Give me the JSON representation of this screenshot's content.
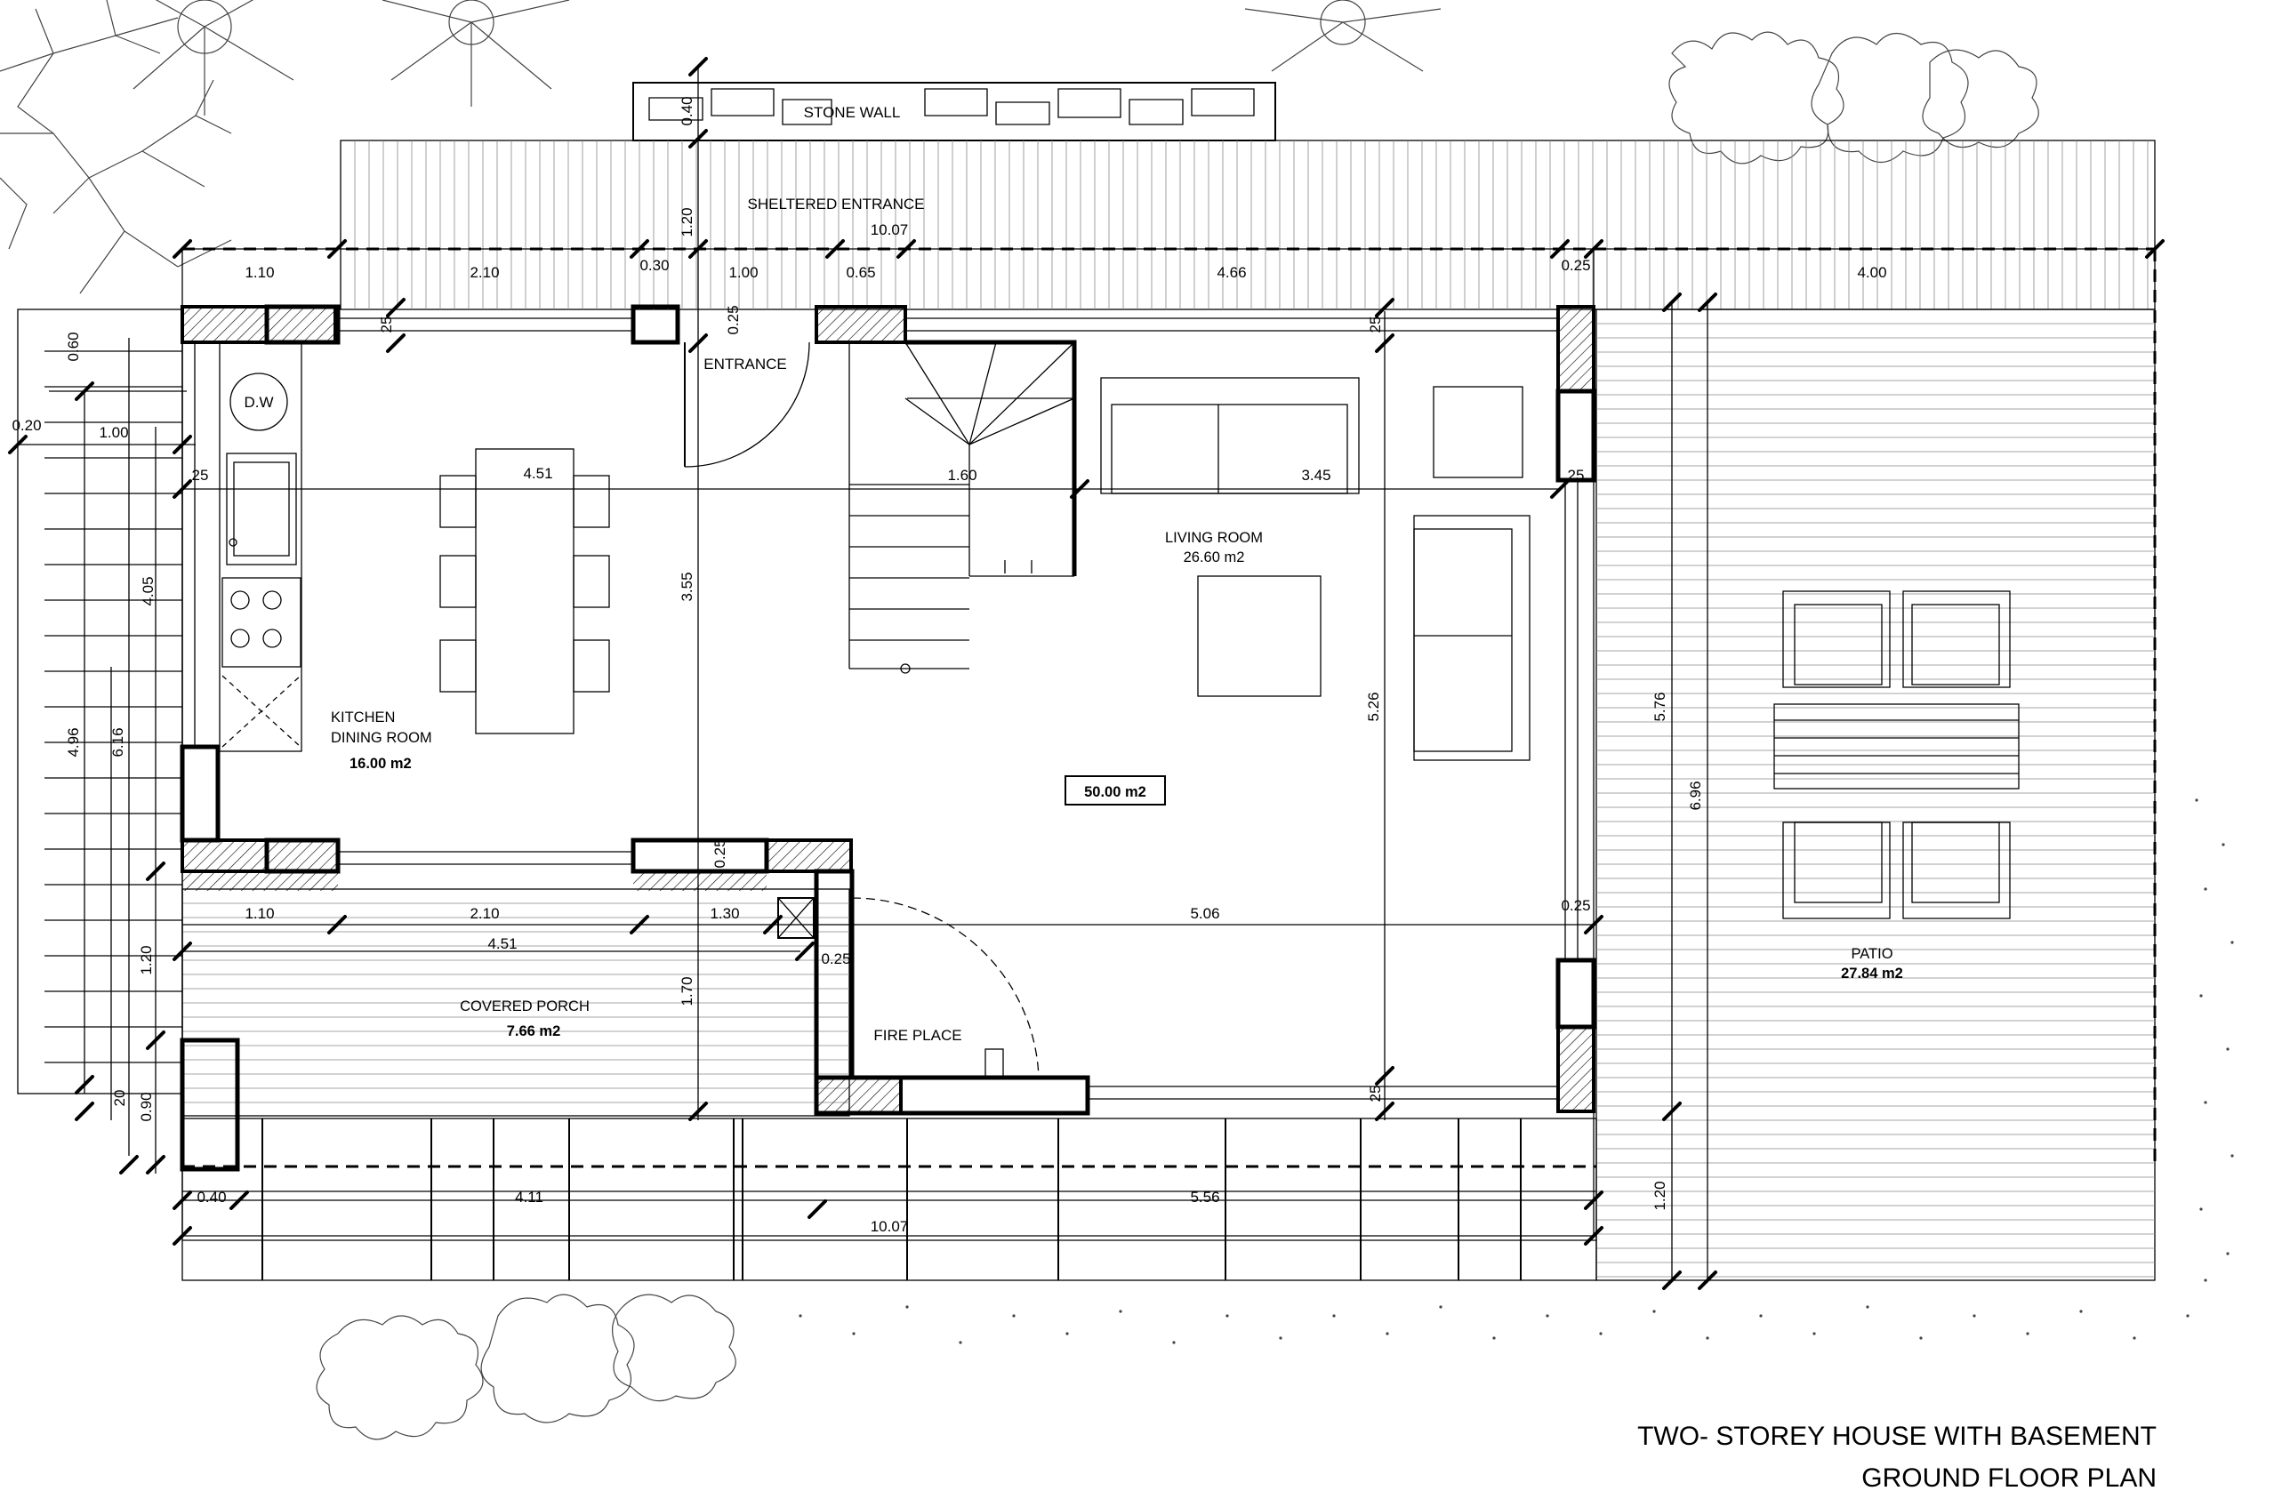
{
  "title": {
    "line1": "TWO- STOREY HOUSE WITH BASEMENT",
    "line2": "GROUND FLOOR PLAN"
  },
  "labels": {
    "stone_wall": "STONE WALL",
    "sheltered_entrance": "SHELTERED ENTRANCE",
    "entrance": "ENTRANCE",
    "dishwasher": "D.W",
    "fire_place": "FIRE PLACE"
  },
  "rooms": {
    "kitchen_line1": "KITCHEN",
    "kitchen_line2": "DINING ROOM",
    "kitchen_area": "16.00 m2",
    "living_name": "LIVING ROOM",
    "living_area": "26.60 m2",
    "total_area": "50.00 m2",
    "porch_name": "COVERED PORCH",
    "porch_area": "7.66 m2",
    "patio_name": "PATIO",
    "patio_area": "27.84 m2"
  },
  "dimensions": {
    "d040_top": "0.40",
    "d120_top": "1.20",
    "d1007_top": "10.07",
    "d110_top": "1.10",
    "d210_top": "2.10",
    "d030": "0.30",
    "d100_top": "1.00",
    "d065": "0.65",
    "d466": "4.66",
    "d025_top_right": "0.25",
    "d400": "4.00",
    "d025_entrance": "0.25",
    "d25_kitchen": "25",
    "d25_living": "25",
    "d060": "0.60",
    "d020_left": "0.20",
    "d100_left": "1.00",
    "d25_left": "25",
    "d451_table": "4.51",
    "d160": "1.60",
    "d345": "3.45",
    "d405": "4.05",
    "d355": "3.55",
    "d496": "4.96",
    "d616": "6.16",
    "d526": "5.26",
    "d576": "5.76",
    "d696": "6.96",
    "d025_mid": "0.25",
    "d25_right_upper": "25",
    "d110_porch": "1.10",
    "d210_porch": "2.10",
    "d130": "1.30",
    "d506": "5.06",
    "d025_right_mid": "0.25",
    "d451_porch": "4.51",
    "d025_fireplace": "0.25",
    "d120_left": "1.20",
    "d170": "1.70",
    "d20_left": "20",
    "d090": "0.90",
    "d25_bottom": "25",
    "d040_bottom": "0.40",
    "d411": "4.11",
    "d556": "5.56",
    "d1007_bottom": "10.07",
    "d120_right": "1.20"
  }
}
